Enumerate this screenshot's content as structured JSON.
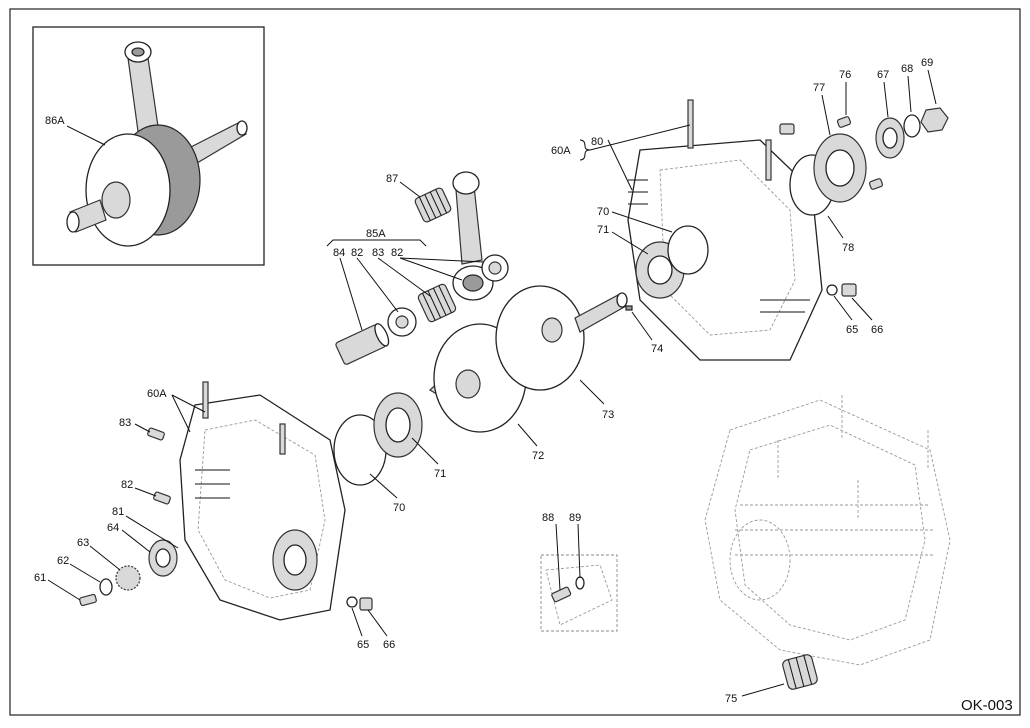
{
  "drawing": {
    "code": "OK-003",
    "border_color": "#222222",
    "line_color": "#111111"
  },
  "callouts": [
    {
      "id": "c86A",
      "text": "86A"
    },
    {
      "id": "c87",
      "text": "87"
    },
    {
      "id": "c85A",
      "text": "85A"
    },
    {
      "id": "c84",
      "text": "84"
    },
    {
      "id": "c82a",
      "text": "82"
    },
    {
      "id": "c83a",
      "text": "83"
    },
    {
      "id": "c82b",
      "text": "82"
    },
    {
      "id": "c60Ar",
      "text": "60A"
    },
    {
      "id": "c80",
      "text": "80"
    },
    {
      "id": "c70r",
      "text": "70"
    },
    {
      "id": "c71r",
      "text": "71"
    },
    {
      "id": "c77",
      "text": "77"
    },
    {
      "id": "c76",
      "text": "76"
    },
    {
      "id": "c67",
      "text": "67"
    },
    {
      "id": "c68",
      "text": "68"
    },
    {
      "id": "c69",
      "text": "69"
    },
    {
      "id": "c78",
      "text": "78"
    },
    {
      "id": "c65r",
      "text": "65"
    },
    {
      "id": "c66r",
      "text": "66"
    },
    {
      "id": "c74",
      "text": "74"
    },
    {
      "id": "c73",
      "text": "73"
    },
    {
      "id": "c72",
      "text": "72"
    },
    {
      "id": "c71l",
      "text": "71"
    },
    {
      "id": "c70l",
      "text": "70"
    },
    {
      "id": "c60Al",
      "text": "60A"
    },
    {
      "id": "c83l",
      "text": "83"
    },
    {
      "id": "c82l",
      "text": "82"
    },
    {
      "id": "c81",
      "text": "81"
    },
    {
      "id": "c64",
      "text": "64"
    },
    {
      "id": "c63",
      "text": "63"
    },
    {
      "id": "c62",
      "text": "62"
    },
    {
      "id": "c61",
      "text": "61"
    },
    {
      "id": "c65l",
      "text": "65"
    },
    {
      "id": "c66l",
      "text": "66"
    },
    {
      "id": "c88",
      "text": "88"
    },
    {
      "id": "c89",
      "text": "89"
    },
    {
      "id": "c75",
      "text": "75"
    }
  ]
}
